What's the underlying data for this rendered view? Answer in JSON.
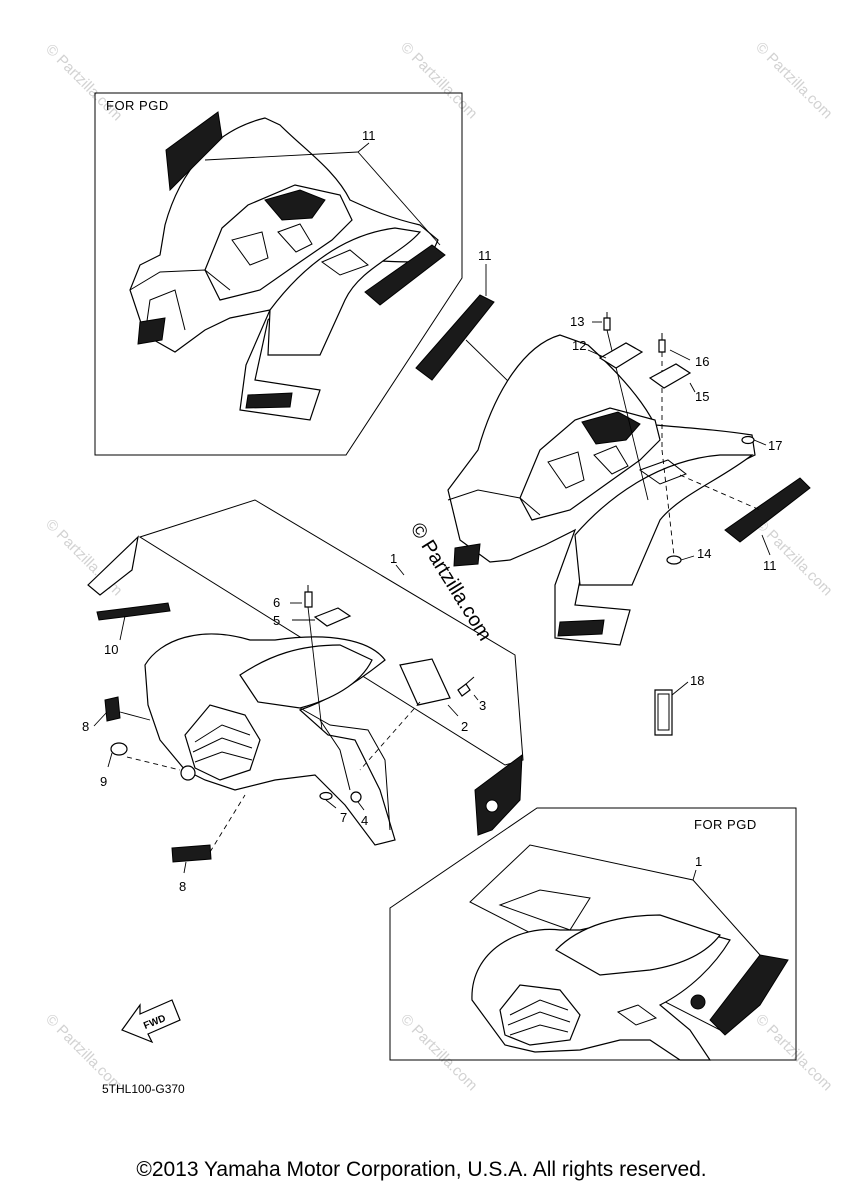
{
  "boxes": {
    "top_label": "FOR PGD",
    "bottom_label": "FOR PGD"
  },
  "callouts": {
    "c1a": "1",
    "c1b": "1",
    "c2": "2",
    "c3": "3",
    "c4": "4",
    "c5": "5",
    "c6": "6",
    "c7": "7",
    "c8a": "8",
    "c8b": "8",
    "c9": "9",
    "c10": "10",
    "c11a": "11",
    "c11b": "11",
    "c11c": "11",
    "c12": "12",
    "c13": "13",
    "c14": "14",
    "c15": "15",
    "c16": "16",
    "c17": "17",
    "c18": "18"
  },
  "watermarks": {
    "text": "© Partzilla.com",
    "center": "© Partzilla.com"
  },
  "fwd_label": "FWD",
  "diagram_code": "5THL100-G370",
  "copyright": "©2013 Yamaha Motor Corporation, U.S.A. All rights reserved."
}
